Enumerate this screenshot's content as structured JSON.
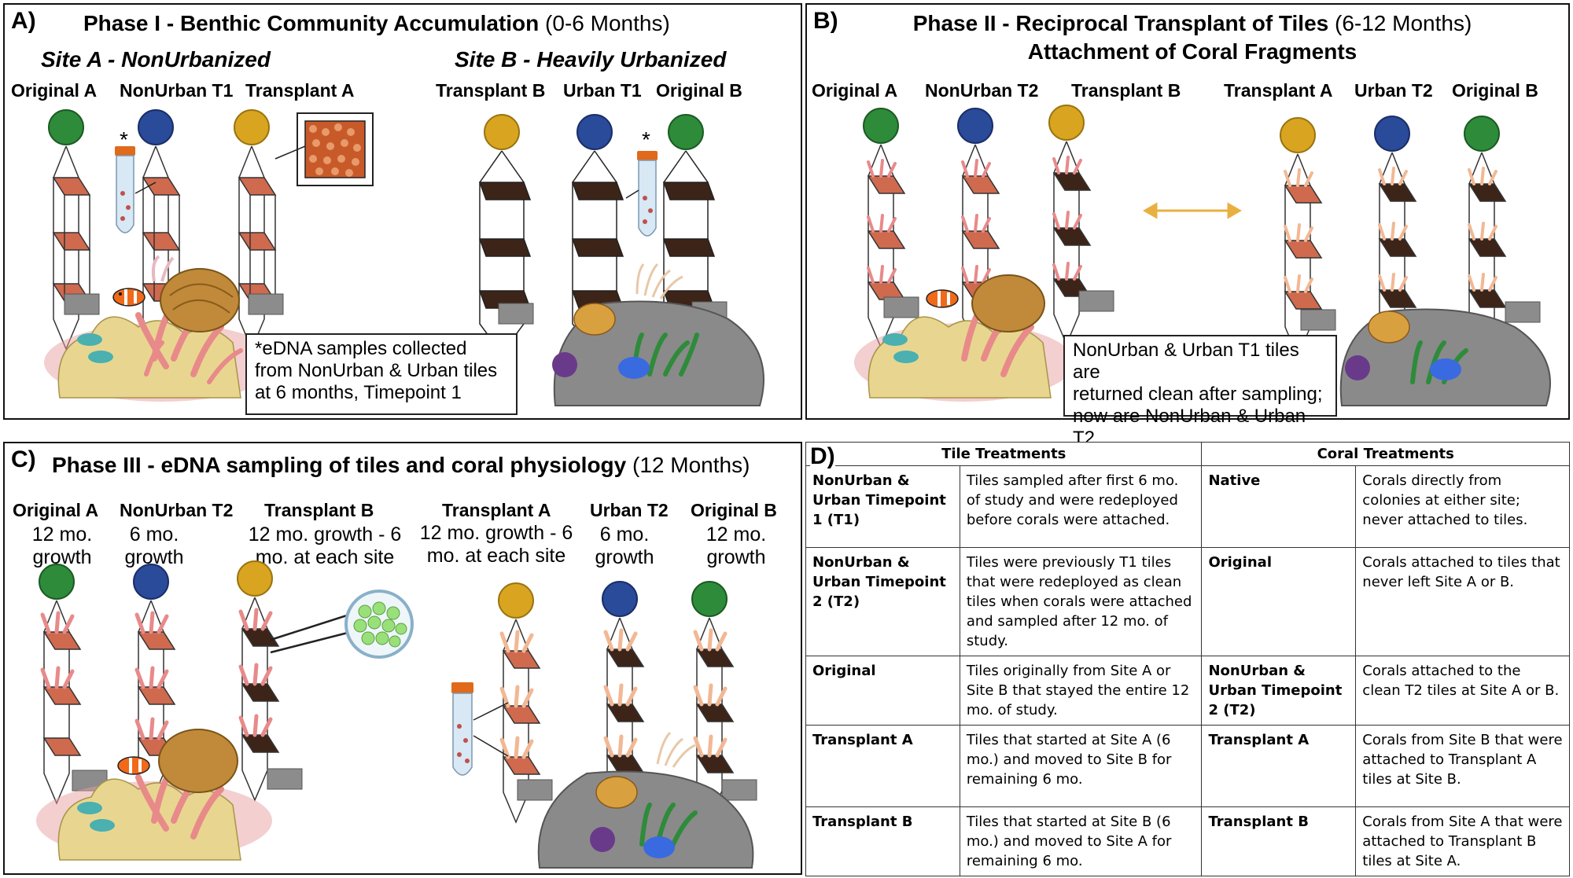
{
  "panelA": {
    "label": "A)",
    "title_bold": "Phase I - Benthic Community Accumulation",
    "title_rest": " (0-6 Months)",
    "siteA": "Site A - NonUrbanized",
    "siteB": "Site B - Heavily Urbanized",
    "cols": [
      "Original A",
      "NonUrban T1",
      "Transplant A",
      "Transplant B",
      "Urban T1",
      "Original B"
    ],
    "asterisk": "*",
    "note": [
      "*eDNA samples collected",
      "from NonUrban & Urban tiles",
      "at 6 months, Timepoint 1"
    ]
  },
  "panelB": {
    "label": "B)",
    "title_bold": "Phase II - Reciprocal Transplant of Tiles",
    "title_rest": " (6-12 Months)",
    "title_line2": "Attachment of Coral Fragments",
    "cols": [
      "Original A",
      "NonUrban T2",
      "Transplant B",
      "Transplant A",
      "Urban T2",
      "Original B"
    ],
    "note": [
      "NonUrban & Urban T1 tiles are",
      "returned clean after sampling;",
      "now are NonUrban & Urban T2"
    ]
  },
  "panelC": {
    "label": "C)",
    "title_bold": "Phase III - eDNA sampling of tiles and coral physiology",
    "title_rest": " (12 Months)",
    "cols": [
      "Original A",
      "NonUrban T2",
      "Transplant B",
      "Transplant A",
      "Urban T2",
      "Original B"
    ],
    "subs": [
      "12 mo. growth",
      "6 mo. growth",
      "12 mo. growth - 6 mo. at each site",
      "12 mo. growth - 6 mo. at each site",
      "6 mo. growth",
      "12 mo. growth"
    ]
  },
  "panelD": {
    "label": "D)",
    "tile_header": "Tile Treatments",
    "coral_header": "Coral Treatments",
    "rows": [
      {
        "tile": "NonUrban & Urban Timepoint 1 (T1)",
        "tile_desc": "Tiles sampled after first 6 mo. of study and were redeployed before corals were attached.",
        "coral": "Native",
        "coral_desc": "Corals directly from colonies at either site; never attached to tiles."
      },
      {
        "tile": "NonUrban & Urban Timepoint 2 (T2)",
        "tile_desc": "Tiles were previously T1 tiles that were redeployed as clean tiles when corals were attached and sampled after 12 mo. of study.",
        "coral": "Original",
        "coral_desc": "Corals attached to tiles that never left Site A or B."
      },
      {
        "tile": "Original",
        "tile_desc": "Tiles originally from Site A or Site B that stayed the entire 12 mo. of study.",
        "coral": "NonUrban & Urban Timepoint 2 (T2)",
        "coral_desc": "Corals attached to the clean T2 tiles at Site A or B."
      },
      {
        "tile": "Transplant A",
        "tile_desc": "Tiles that started at Site A (6 mo.) and moved to Site B for remaining 6 mo.",
        "coral": "Transplant A",
        "coral_desc": "Corals from Site B that were attached to Transplant A tiles at Site B."
      },
      {
        "tile": "Transplant B",
        "tile_desc": "Tiles that started at Site B (6 mo.) and moved to Site A for remaining 6 mo.",
        "coral": "Transplant B",
        "coral_desc": "Corals from Site A that were attached to Transplant B tiles at Site A."
      }
    ]
  },
  "colors": {
    "green": "#2e8b3a",
    "blue": "#2a4a9a",
    "gold": "#d9a520",
    "tile_light": "#cf6a4e",
    "tile_dark": "#3d2418",
    "coral_pink": "#e88a8a",
    "coral_peach": "#f2b894",
    "arrow": "#e8b040",
    "rock": "#8a8a8a",
    "weight": "#8c8c8c"
  }
}
